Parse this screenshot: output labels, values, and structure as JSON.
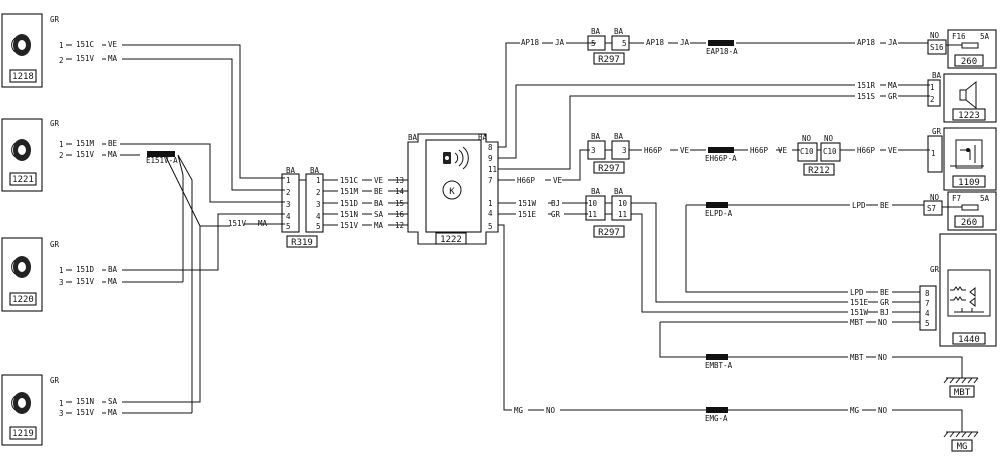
{
  "sensors": [
    {
      "id": "1218",
      "pin1": "151C",
      "col1": "VE",
      "pin2": "151V",
      "col2": "MA",
      "p1": "1",
      "p2": "2",
      "c": "GR"
    },
    {
      "id": "1221",
      "pin1": "151M",
      "col1": "BE",
      "pin2": "151V",
      "col2": "MA",
      "p1": "1",
      "p2": "2",
      "c": "GR"
    },
    {
      "id": "1220",
      "pin1": "151D",
      "col1": "BA",
      "pin2": "151V",
      "col2": "MA",
      "p1": "1",
      "p2": "3",
      "c": "GR"
    },
    {
      "id": "1219",
      "pin1": "151N",
      "col1": "SA",
      "pin2": "151V",
      "col2": "MA",
      "p1": "1",
      "p2": "3",
      "c": "GR"
    }
  ],
  "splice_e151v": "E151V-A",
  "conn_r319": {
    "id": "R319",
    "hdr_l": "BA",
    "hdr_r": "BA",
    "rows": [
      {
        "l": "1",
        "r": "1",
        "wire": "151C",
        "col": "VE",
        "pin": "13"
      },
      {
        "l": "2",
        "r": "2",
        "wire": "151M",
        "col": "BE",
        "pin": "14"
      },
      {
        "l": "3",
        "r": "3",
        "wire": "151D",
        "col": "BA",
        "pin": "15"
      },
      {
        "l": "4",
        "r": "4",
        "wire": "151N",
        "col": "SA",
        "pin": "16"
      },
      {
        "l": "5",
        "r": "5",
        "wire": "151V",
        "col": "MA",
        "pin": "12"
      }
    ]
  },
  "ecu": {
    "id": "1222",
    "hdr_l": "BA",
    "hdr_r": "BA",
    "right_pins": [
      "8",
      "9",
      "11",
      "7",
      "1",
      "4",
      "5"
    ]
  },
  "wires": {
    "ap18": "AP18",
    "ja": "JA",
    "eap18": "EAP18-A",
    "r297": "R297",
    "ba": "BA",
    "h66p": "H66P",
    "ve": "VE",
    "eh66p": "EH66P-A",
    "no": "NO",
    "c10": "C10",
    "r212": "R212",
    "w151r": "151R",
    "ma": "MA",
    "w151s": "151S",
    "gr": "GR",
    "w151w": "151W",
    "bj": "BJ",
    "w151e": "151E",
    "lpd": "LPD",
    "be": "BE",
    "elpd": "ELPD-A",
    "mbt": "MBT",
    "embt": "EMBT-A",
    "mg": "MG",
    "emg": "EMG-A",
    "pin5": "5",
    "pin10": "10",
    "pin11": "11",
    "pin3": "3"
  },
  "fuse16": {
    "hdr_pin": "NO",
    "name": "F16",
    "rating": "5A",
    "pin": "S16",
    "box": "260"
  },
  "fuse7": {
    "hdr_pin": "NO",
    "name": "F7",
    "rating": "5A",
    "pin": "S7",
    "box": "260"
  },
  "speaker": {
    "id": "1223",
    "hdr": "BA",
    "p1": "1",
    "p2": "2"
  },
  "relay": {
    "id": "1109",
    "hdr": "GR",
    "p1": "1"
  },
  "module1440": {
    "id": "1440",
    "hdr": "GR",
    "pins": [
      "8",
      "7",
      "4",
      "5"
    ]
  },
  "grounds": {
    "mbt": "MBT",
    "mg": "MG"
  }
}
